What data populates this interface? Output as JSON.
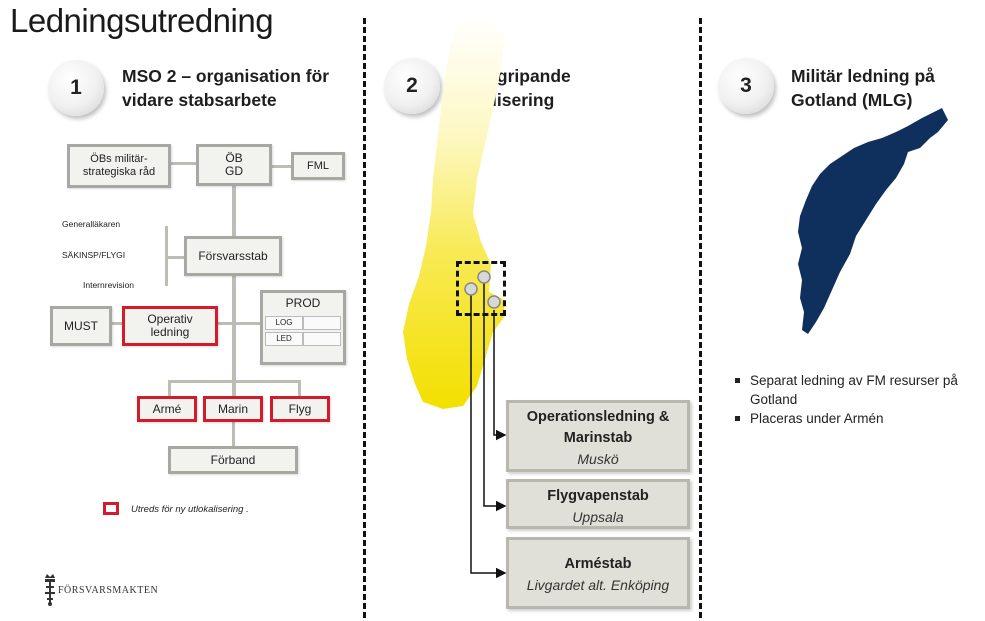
{
  "title": "Ledningsutredning",
  "sections": [
    {
      "number": "1",
      "heading_line1": "MSO 2 – organisation för",
      "heading_line2": "vidare stabsarbete"
    },
    {
      "number": "2",
      "heading_line1": "Övergripande",
      "heading_line2": "lokalisering"
    },
    {
      "number": "3",
      "heading_line1": "Militär ledning på",
      "heading_line2": "Gotland (MLG)"
    }
  ],
  "org": {
    "obs_rad_line1": "ÖBs militär-",
    "obs_rad_line2": "strategiska råd",
    "ob_gd_line1": "ÖB",
    "ob_gd_line2": "GD",
    "fml": "FML",
    "generallakaren": "Generalläkaren",
    "sakinsp": "SÄKINSP/FLYGI",
    "internrevision": "Internrevision",
    "forsvarsstab": "Försvarsstab",
    "prod": "PROD",
    "log": "LOG",
    "led": "LED",
    "must": "MUST",
    "operativ_line1": "Operativ",
    "operativ_line2": "ledning",
    "arme": "Armé",
    "marin": "Marin",
    "flyg": "Flyg",
    "forband": "Förband",
    "legend": "Utreds för  ny utlokalisering ."
  },
  "locations": [
    {
      "name_line1": "Operationsledning &",
      "name_line2": "Marinstab",
      "place": "Muskö"
    },
    {
      "name_line1": "Flygvapenstab",
      "place": "Uppsala"
    },
    {
      "name_line1": "Arméstab",
      "place": "Livgardet alt. Enköping"
    }
  ],
  "gotland_bullets": [
    {
      "line1": "Separat ledning av FM resurser på",
      "line2": "Gotland"
    },
    {
      "line1": "Placeras under Armén"
    }
  ],
  "logo_text": "FÖRSVARSMAKTEN",
  "colors": {
    "highlight_border": "#d21c2b",
    "gotland_fill": "#0f2f5c",
    "sweden_fill": "#f5e400",
    "box_border": "#a8a8a2"
  }
}
